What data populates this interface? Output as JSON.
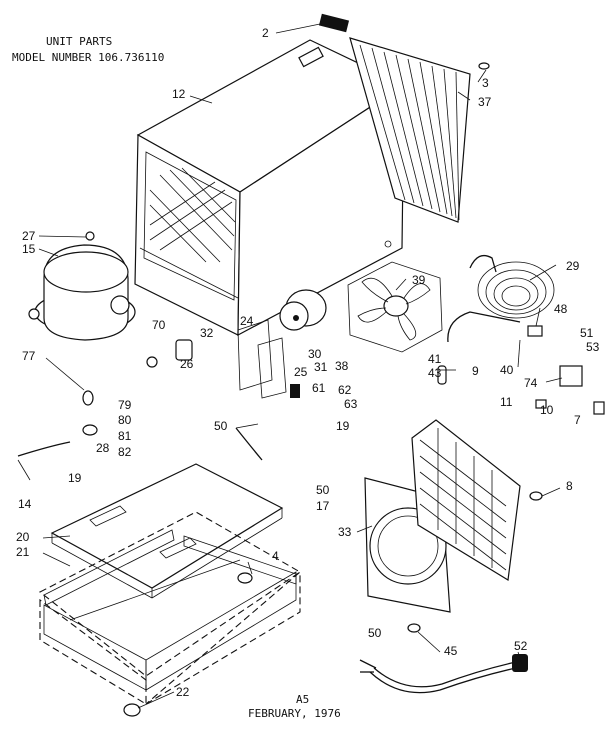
{
  "header": {
    "title": "UNIT PARTS",
    "model_line": "MODEL NUMBER  106.736110"
  },
  "footer": {
    "page": "A5",
    "date": "FEBRUARY, 1976"
  },
  "callouts": [
    "2",
    "3",
    "37",
    "12",
    "27",
    "15",
    "29",
    "39",
    "48",
    "51",
    "53",
    "38",
    "9",
    "74",
    "40",
    "41",
    "43",
    "70",
    "24",
    "32",
    "26",
    "30",
    "31",
    "25",
    "61",
    "62",
    "63",
    "77",
    "79",
    "80",
    "81",
    "82",
    "28",
    "50",
    "19",
    "17",
    "14",
    "20",
    "21",
    "33",
    "8",
    "4",
    "10",
    "11",
    "7",
    "45",
    "52",
    "22"
  ]
}
